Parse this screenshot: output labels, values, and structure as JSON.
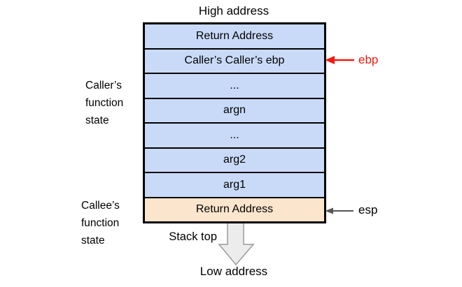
{
  "high_address_label": "High address",
  "low_address_label": "Low address",
  "stack_top_label": "Stack top",
  "stack": {
    "rows": [
      {
        "label": "Return Address"
      },
      {
        "label": "Caller’s Caller’s ebp"
      },
      {
        "label": "..."
      },
      {
        "label": "argn"
      },
      {
        "label": "..."
      },
      {
        "label": "arg2"
      },
      {
        "label": "arg1"
      },
      {
        "label": "Return Address"
      }
    ]
  },
  "left_labels": {
    "caller": {
      "lines": [
        "Caller’s",
        "function",
        "state"
      ]
    },
    "callee": {
      "lines": [
        "Callee’s",
        "function",
        "state"
      ]
    }
  },
  "registers": {
    "ebp": {
      "label": "ebp"
    },
    "esp": {
      "label": "esp"
    }
  },
  "colors": {
    "row_blue": "#c9daf8",
    "row_peach": "#fce5cd",
    "ebp_red": "#ee1b10",
    "esp_gray": "#555555",
    "big_arrow_fill": "#ececec",
    "big_arrow_stroke": "#9a9a9a",
    "border_black": "#000000"
  }
}
